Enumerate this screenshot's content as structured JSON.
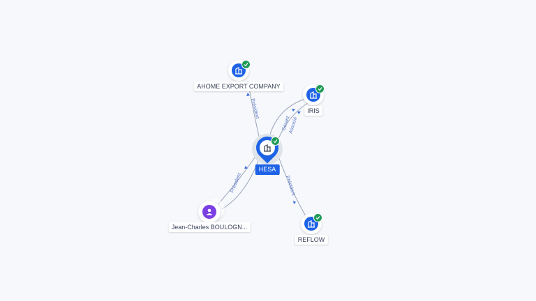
{
  "graph": {
    "center": {
      "name": "HESA",
      "verified": true
    },
    "nodes": [
      {
        "name": "AHOME EXPORT COMPANY",
        "type": "company",
        "verified": true
      },
      {
        "name": "IRIS",
        "type": "company",
        "verified": true
      },
      {
        "name": "REFLOW",
        "type": "company",
        "verified": true
      },
      {
        "name": "Jean-Charles BOULOGN...",
        "type": "person",
        "verified": false
      }
    ],
    "edges": [
      {
        "from": "HESA",
        "to": "AHOME EXPORT COMPANY",
        "label": "Président"
      },
      {
        "from": "HESA",
        "to": "IRIS",
        "label": "Gérant"
      },
      {
        "from": "HESA",
        "to": "IRIS",
        "label": "Associé"
      },
      {
        "from": "HESA",
        "to": "REFLOW",
        "label": "Président"
      },
      {
        "from": "Jean-Charles BOULOGN...",
        "to": "HESA",
        "label": "Président"
      }
    ]
  },
  "icons": {
    "company": "building-icon",
    "person": "person-icon",
    "verified": "check-icon"
  },
  "colors": {
    "background": "#f6f8fc",
    "company_node": "#1e63e6",
    "person_node": "#7b3fe4",
    "verified_badge": "#1f9b57",
    "edge": "#9aa4b8",
    "edge_label": "#5b78c4"
  }
}
